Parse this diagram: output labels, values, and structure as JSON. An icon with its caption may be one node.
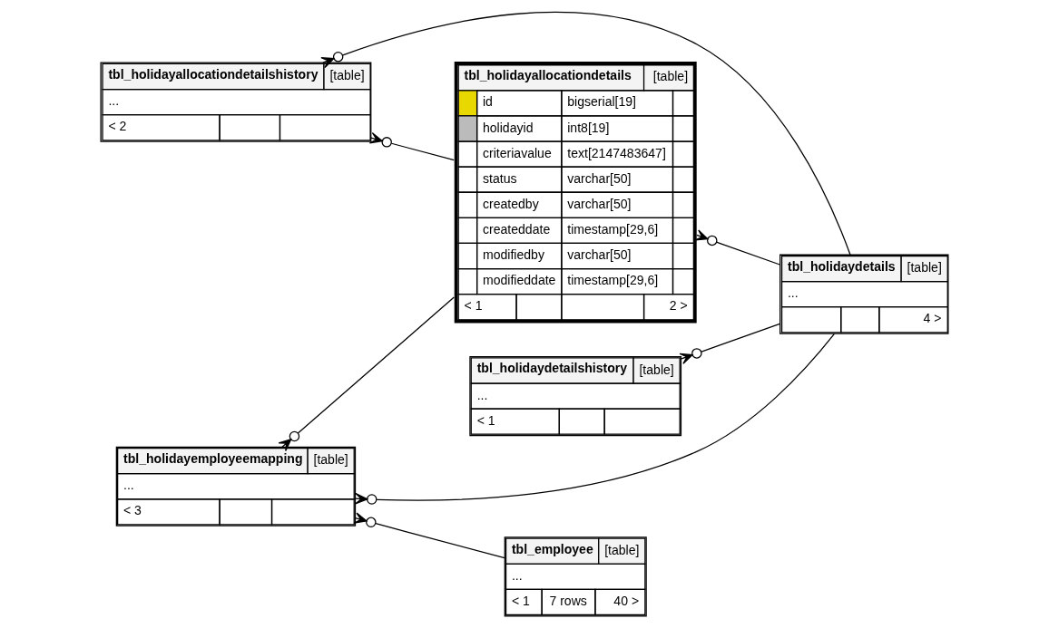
{
  "diagram": {
    "nodes": [
      {
        "text": [
          "tbl_holidayallocationdetailshistory",
          "[table]",
          "...",
          "< 2"
        ]
      },
      {
        "text": [
          "tbl_holidayallocationdetails",
          "[table]",
          "id",
          "bigserial[19]",
          "holidayid",
          "int8[19]",
          "criteriavalue",
          "text[2147483647]",
          "status",
          "varchar[50]",
          "createdby",
          "varchar[50]",
          "createddate",
          "timestamp[29,6]",
          "modifiedby",
          "varchar[50]",
          "modifieddate",
          "timestamp[29,6]",
          "< 1",
          "2 >"
        ]
      },
      {
        "text": [
          "tbl_holidaydetails",
          "[table]",
          "...",
          "4 >"
        ]
      },
      {
        "text": [
          "tbl_holidaydetailshistory",
          "[table]",
          "...",
          "< 1"
        ]
      },
      {
        "text": [
          "tbl_holidayemployeemapping",
          "[table]",
          "...",
          "< 3"
        ]
      },
      {
        "text": [
          "tbl_employee",
          "[table]",
          "...",
          "< 1",
          "7 rows",
          "40 >"
        ]
      }
    ],
    "edges": [
      {
        "from": 2,
        "to": 1,
        "arrow": "other"
      },
      {
        "from": 2,
        "to": 0,
        "arrow": "other"
      },
      {
        "from": 1,
        "to": 0,
        "arrow": "other"
      },
      {
        "from": 1,
        "to": 4,
        "arrow": "other"
      },
      {
        "from": 2,
        "to": 3,
        "arrow": "other"
      },
      {
        "from": 2,
        "to": 4,
        "arrow": "other"
      },
      {
        "from": 5,
        "to": 4,
        "arrow": "other"
      }
    ]
  }
}
